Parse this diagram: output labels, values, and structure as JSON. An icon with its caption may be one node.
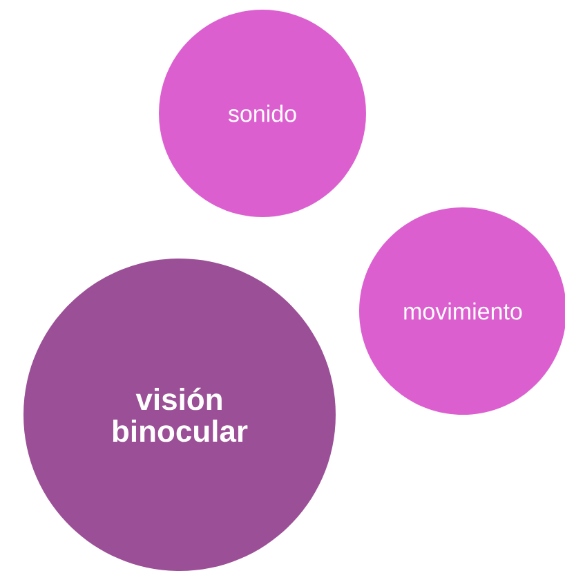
{
  "diagram": {
    "nodes": [
      {
        "text": [
          "sonido"
        ]
      },
      {
        "text": [
          "movimiento"
        ]
      },
      {
        "text": [
          "visión binocular"
        ]
      }
    ]
  }
}
